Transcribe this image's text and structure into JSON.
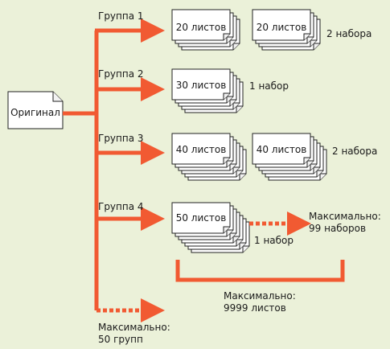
{
  "original_label": "Оригинал",
  "groups": [
    {
      "label": "Группа 1",
      "stack_label": "20 листов",
      "sets_label": "2 набора"
    },
    {
      "label": "Группа 2",
      "stack_label": "30 листов",
      "sets_label": "1 набор"
    },
    {
      "label": "Группа 3",
      "stack_label": "40 листов",
      "sets_label": "2 набора"
    },
    {
      "label": "Группа 4",
      "stack_label": "50 листов",
      "sets_label": "1 набор"
    }
  ],
  "max_sets": {
    "line1": "Максимально:",
    "line2": "99 наборов"
  },
  "max_sheets": {
    "line1": "Максимально:",
    "line2": "9999 листов"
  },
  "max_groups": {
    "line1": "Максимально:",
    "line2": "50 групп"
  },
  "colors": {
    "background": "#ebf1d9",
    "arrow": "#f15a32",
    "paper": "#ffffff",
    "paper_border": "#222222"
  }
}
